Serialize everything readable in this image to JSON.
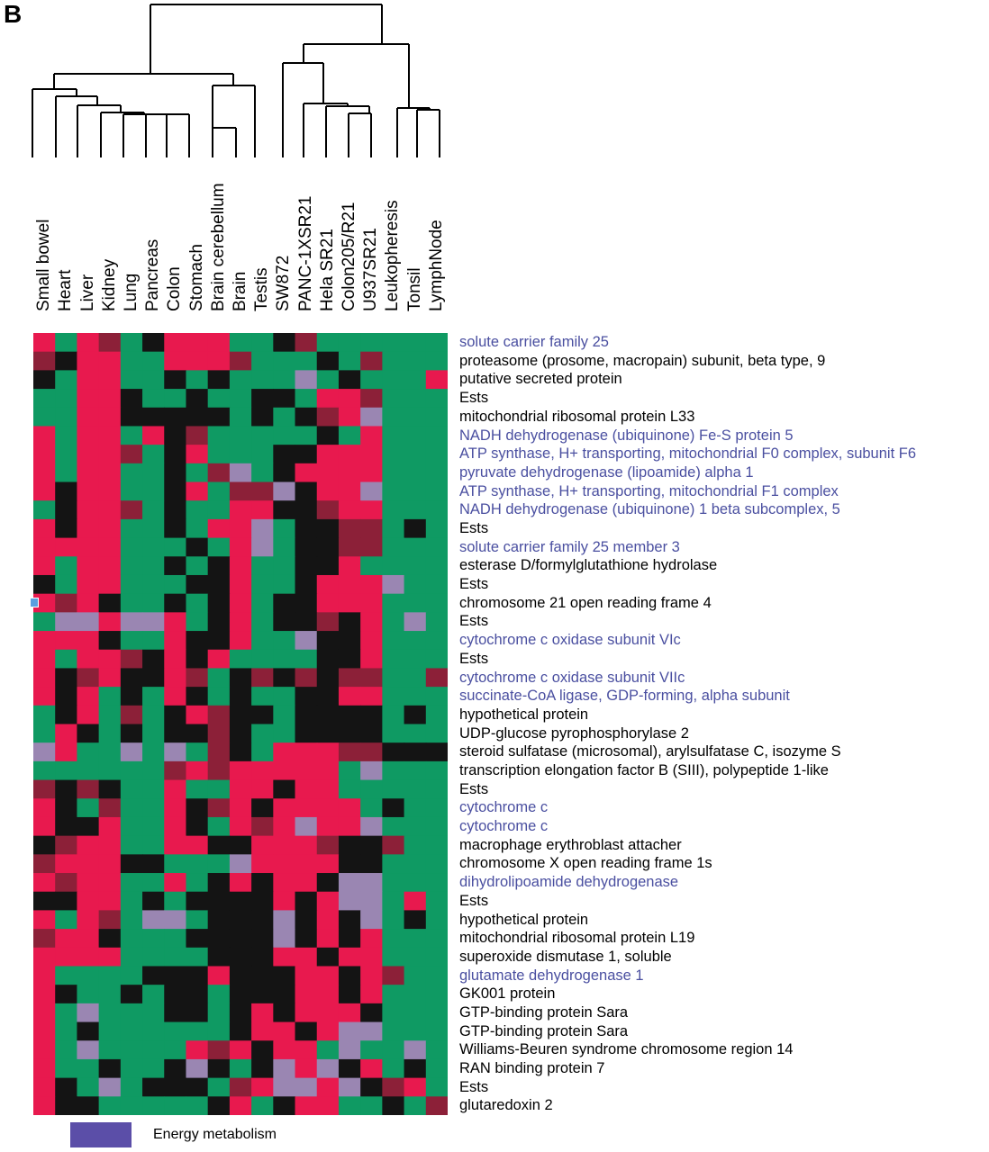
{
  "panel_label": "B",
  "chart_data": {
    "type": "heatmap",
    "samples": [
      "Small bowel",
      "Heart",
      "Liver",
      "Kidney",
      "Lung",
      "Pancreas",
      "Colon",
      "Stomach",
      "Brain cerebellum",
      "Brain",
      "Testis",
      "SW872",
      "PANC-1XSR21",
      "Hela SR21",
      "Colon205/R21",
      "U937SR21",
      "Leukopheresis",
      "Tonsil",
      "LymphNode"
    ],
    "genes": [
      {
        "name": "solute carrier family 25",
        "category": "energy"
      },
      {
        "name": "proteasome (prosome, macropain) subunit, beta type, 9",
        "category": "other"
      },
      {
        "name": "putative secreted protein",
        "category": "other"
      },
      {
        "name": "Ests",
        "category": "other"
      },
      {
        "name": "mitochondrial ribosomal protein L33",
        "category": "other"
      },
      {
        "name": "NADH dehydrogenase (ubiquinone) Fe-S protein 5",
        "category": "energy"
      },
      {
        "name": "ATP synthase, H+ transporting, mitochondrial F0 complex, subunit F6",
        "category": "energy"
      },
      {
        "name": "pyruvate dehydrogenase (lipoamide) alpha 1",
        "category": "energy"
      },
      {
        "name": "ATP synthase, H+ transporting, mitochondrial F1 complex",
        "category": "energy"
      },
      {
        "name": "NADH dehydrogenase (ubiquinone) 1 beta subcomplex, 5",
        "category": "energy"
      },
      {
        "name": "Ests",
        "category": "other"
      },
      {
        "name": "solute carrier family 25 member 3",
        "category": "energy"
      },
      {
        "name": "esterase D/formylglutathione hydrolase",
        "category": "other"
      },
      {
        "name": "Ests",
        "category": "other"
      },
      {
        "name": "chromosome 21 open reading frame 4",
        "category": "other"
      },
      {
        "name": "Ests",
        "category": "other"
      },
      {
        "name": "cytochrome c oxidase subunit VIc",
        "category": "energy"
      },
      {
        "name": "Ests",
        "category": "other"
      },
      {
        "name": "cytochrome c oxidase subunit VIIc",
        "category": "energy"
      },
      {
        "name": "succinate-CoA ligase, GDP-forming, alpha subunit",
        "category": "energy"
      },
      {
        "name": "hypothetical protein",
        "category": "other"
      },
      {
        "name": "UDP-glucose pyrophosphorylase 2",
        "category": "other"
      },
      {
        "name": "steroid sulfatase (microsomal), arylsulfatase C, isozyme S",
        "category": "other"
      },
      {
        "name": "transcription elongation factor B (SIII), polypeptide 1-like",
        "category": "other"
      },
      {
        "name": "Ests",
        "category": "other"
      },
      {
        "name": "cytochrome c",
        "category": "energy"
      },
      {
        "name": "cytochrome c",
        "category": "energy"
      },
      {
        "name": "macrophage erythroblast attacher",
        "category": "other"
      },
      {
        "name": "chromosome X open reading frame 1s",
        "category": "other"
      },
      {
        "name": "dihydrolipoamide dehydrogenase",
        "category": "energy"
      },
      {
        "name": "Ests",
        "category": "other"
      },
      {
        "name": "hypothetical protein",
        "category": "other"
      },
      {
        "name": "mitochondrial ribosomal protein L19",
        "category": "other"
      },
      {
        "name": "superoxide dismutase 1, soluble",
        "category": "other"
      },
      {
        "name": "glutamate dehydrogenase 1",
        "category": "energy"
      },
      {
        "name": "GK001 protein",
        "category": "other"
      },
      {
        "name": "GTP-binding protein Sara",
        "category": "other"
      },
      {
        "name": "GTP-binding protein Sara",
        "category": "other"
      },
      {
        "name": "Williams-Beuren syndrome chromosome region 14",
        "category": "other"
      },
      {
        "name": "RAN binding protein 7",
        "category": "other"
      },
      {
        "name": "Ests",
        "category": "other"
      },
      {
        "name": "glutaredoxin 2",
        "category": "other"
      }
    ],
    "value_scale": "red = high expression, green = low expression, black = median, grey/violet = missing",
    "matrix": [
      "RGRWGKRRRGGKWGGGGGG",
      "WKRRGGRRRWGGGKGWGGG",
      "KGRRGGKGKGGGLGKGGGR",
      "GGRRKGGKGGKKGRRWGGG",
      "GGRRKKKKKGKGKWRLGGG",
      "RGRRGRKWGGGGGKGRGGG",
      "RGRRWGKRGGGKKRRRGGG",
      "RGRRGGKGWLGKRRRRGGG",
      "RKRRGGKRGWWLKRRLGGG",
      "GKRRWGKGGRRKKWRRGGG",
      "RKRRGGKGRRLGKKWWGKG",
      "RRRRGGGKGRLGKKWWGGG",
      "RGRRGGKGKRGGKKRGGGG",
      "KGRRGGGKKRGGKRRRLGG",
      "RWRKGGKGKRGKKRRRGGG",
      "GLLRLLRGKRGKKWKRGLG",
      "RRRKGGRKKRGGLKKRGGG",
      "RGRRWKRKRGGGGKKRGGG",
      "RKWRKKRWGKWKWKWWGGW",
      "RKRGKGRKGKGGKKRRGGG",
      "GKRGWGKRWKKGKKKKGKG",
      "GRKGKGKKWKGGKKKKGGG",
      "LRGGLGLGWKGRRRWWKKK",
      "GGGGGGWRWRRRRRGLGGG",
      "WKWKGGRGGRRKRRGGGGG",
      "RKGWGGRKWRKRRRRGKGG",
      "RKKRGGRKGRWRLRRLGGG",
      "KWRRGGRRKKRRRWKKWGG",
      "WRRRKKGGGLRRRRKKGGG",
      "RWRRGGRGKRKRRKLLGGG",
      "KKRRGKGKKKKRKRLLGRG",
      "RGRWGLLGKKKLKRKLGKG",
      "WRRKGGGKKKKLKRKRGGG",
      "RRRRGGGGKKKRRKRRGGG",
      "RGGGGKKKRKKKRRKRWGG",
      "RKGGKGKKGKKKRRKRGGG",
      "RGLGGGKKGKRKRRRKGGG",
      "RGKGGGGGGKRRKRLLGGG",
      "RGLGGGGRWRKRRGLGGLG",
      "RGGKGGKLKGKLRLKRGKG",
      "RKGLGKKKGWRLLRLKWRG",
      "RKKGGGGGKRGKRRGGKGW"
    ]
  },
  "palette": {
    "R": "#e8194e",
    "W": "#8c2038",
    "K": "#141414",
    "G": "#0f9a63",
    "L": "#9a86b2"
  },
  "colors": {
    "energy_label": "#4a4fa0",
    "other_label": "#000000",
    "legend_swatch": "#5b4ea8"
  },
  "legend": {
    "label": "Energy metabolism"
  }
}
